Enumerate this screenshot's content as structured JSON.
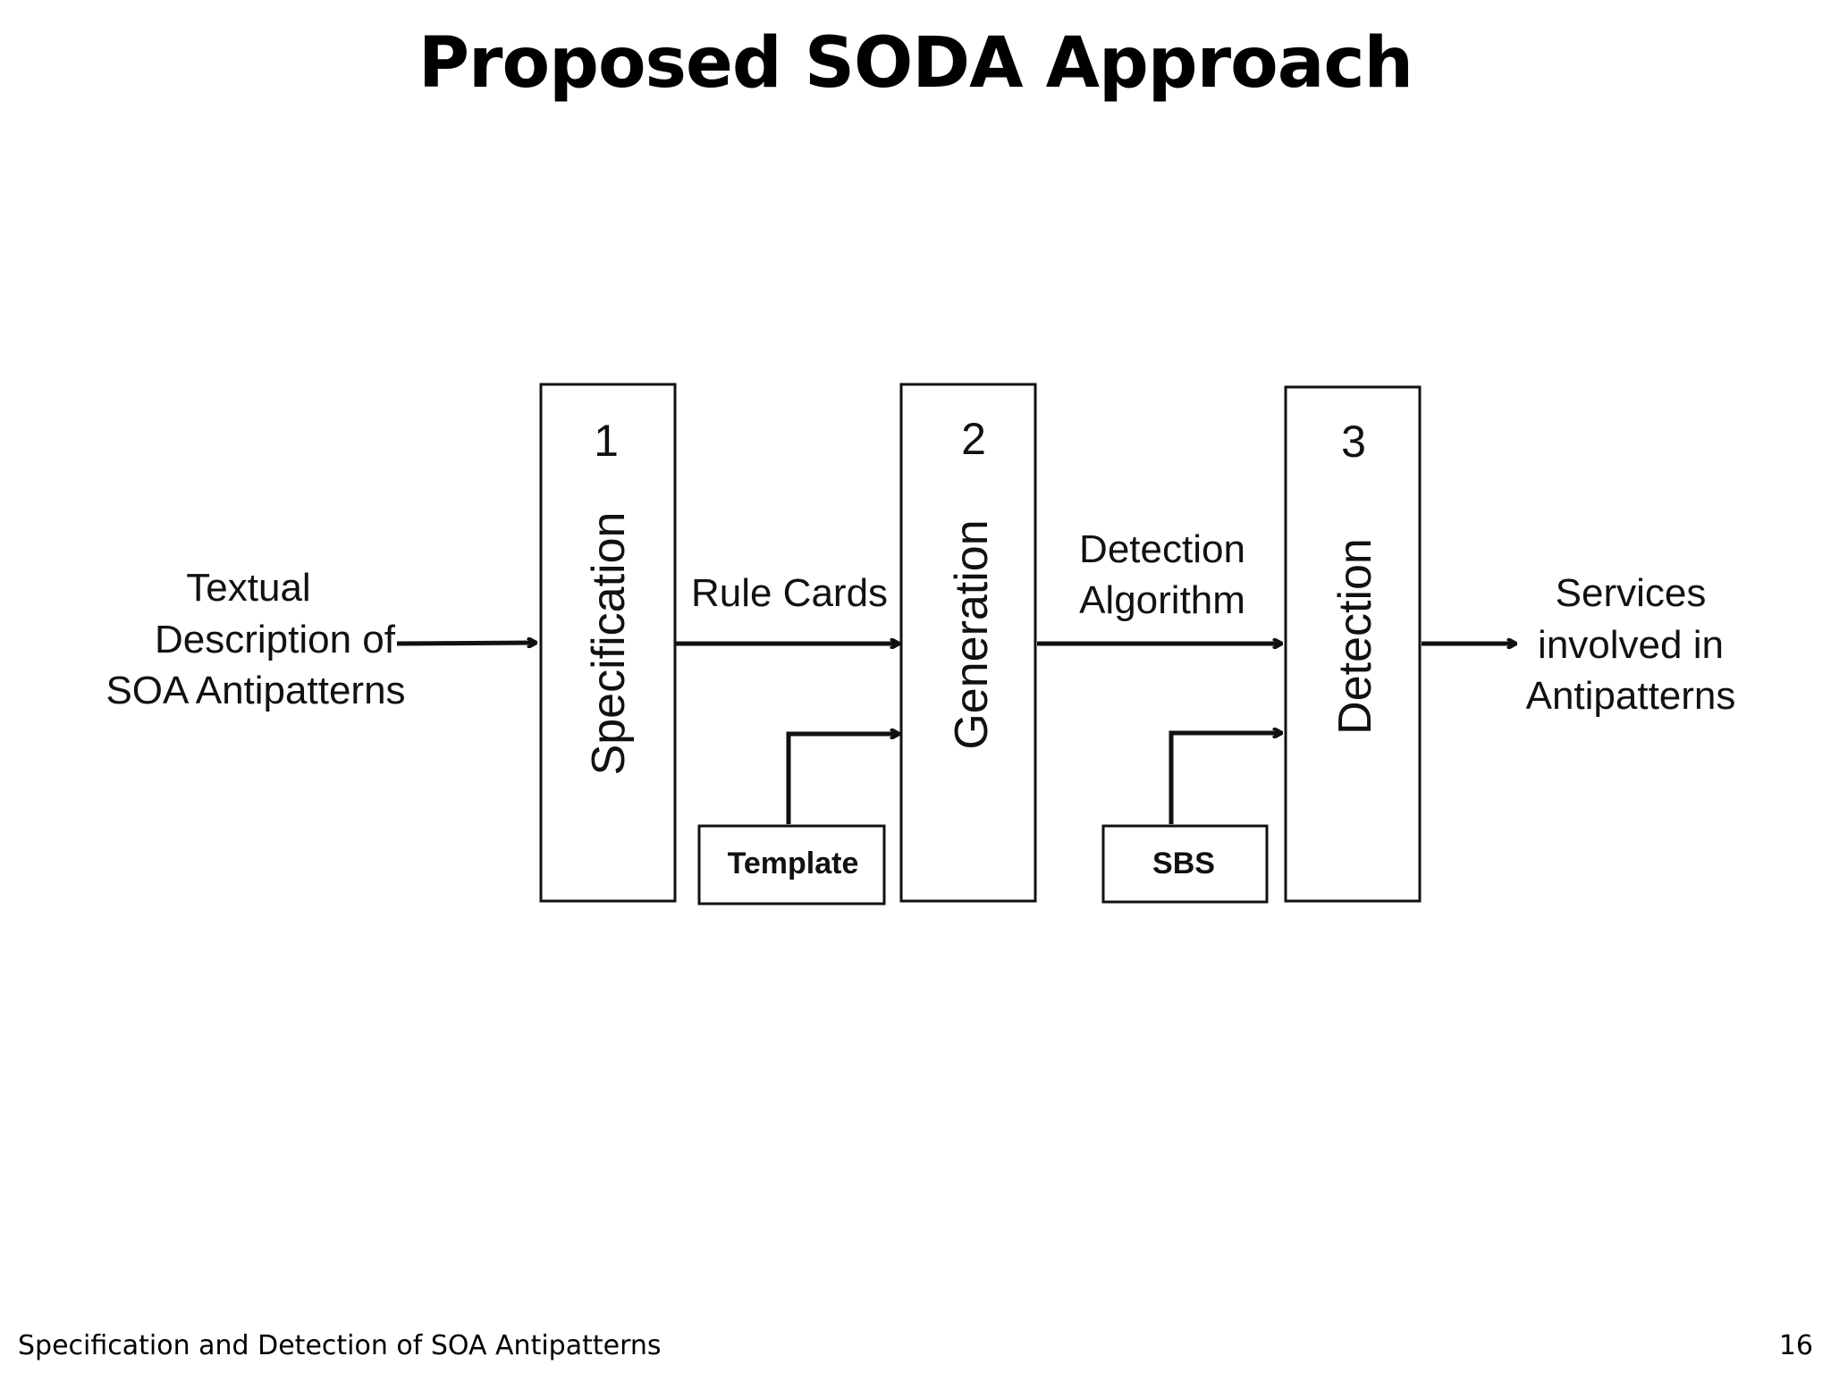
{
  "slide": {
    "title": "Proposed SODA Approach"
  },
  "diagram": {
    "input": {
      "line1": "Textual",
      "line2": "Description of",
      "line3": "SOA Antipatterns"
    },
    "steps": [
      {
        "number": "1",
        "label": "Specification"
      },
      {
        "number": "2",
        "label": "Generation"
      },
      {
        "number": "3",
        "label": "Detection"
      }
    ],
    "flows": {
      "rule_cards": "Rule Cards",
      "detection_algorithm_line1": "Detection",
      "detection_algorithm_line2": "Algorithm"
    },
    "auxiliary_inputs": {
      "template": "Template",
      "sbs": "SBS"
    },
    "output": {
      "line1": "Services",
      "line2": "involved in",
      "line3": "Antipatterns"
    }
  },
  "footer": {
    "presentation_title": "Specification and Detection of SOA Antipatterns",
    "page_number": "16"
  }
}
